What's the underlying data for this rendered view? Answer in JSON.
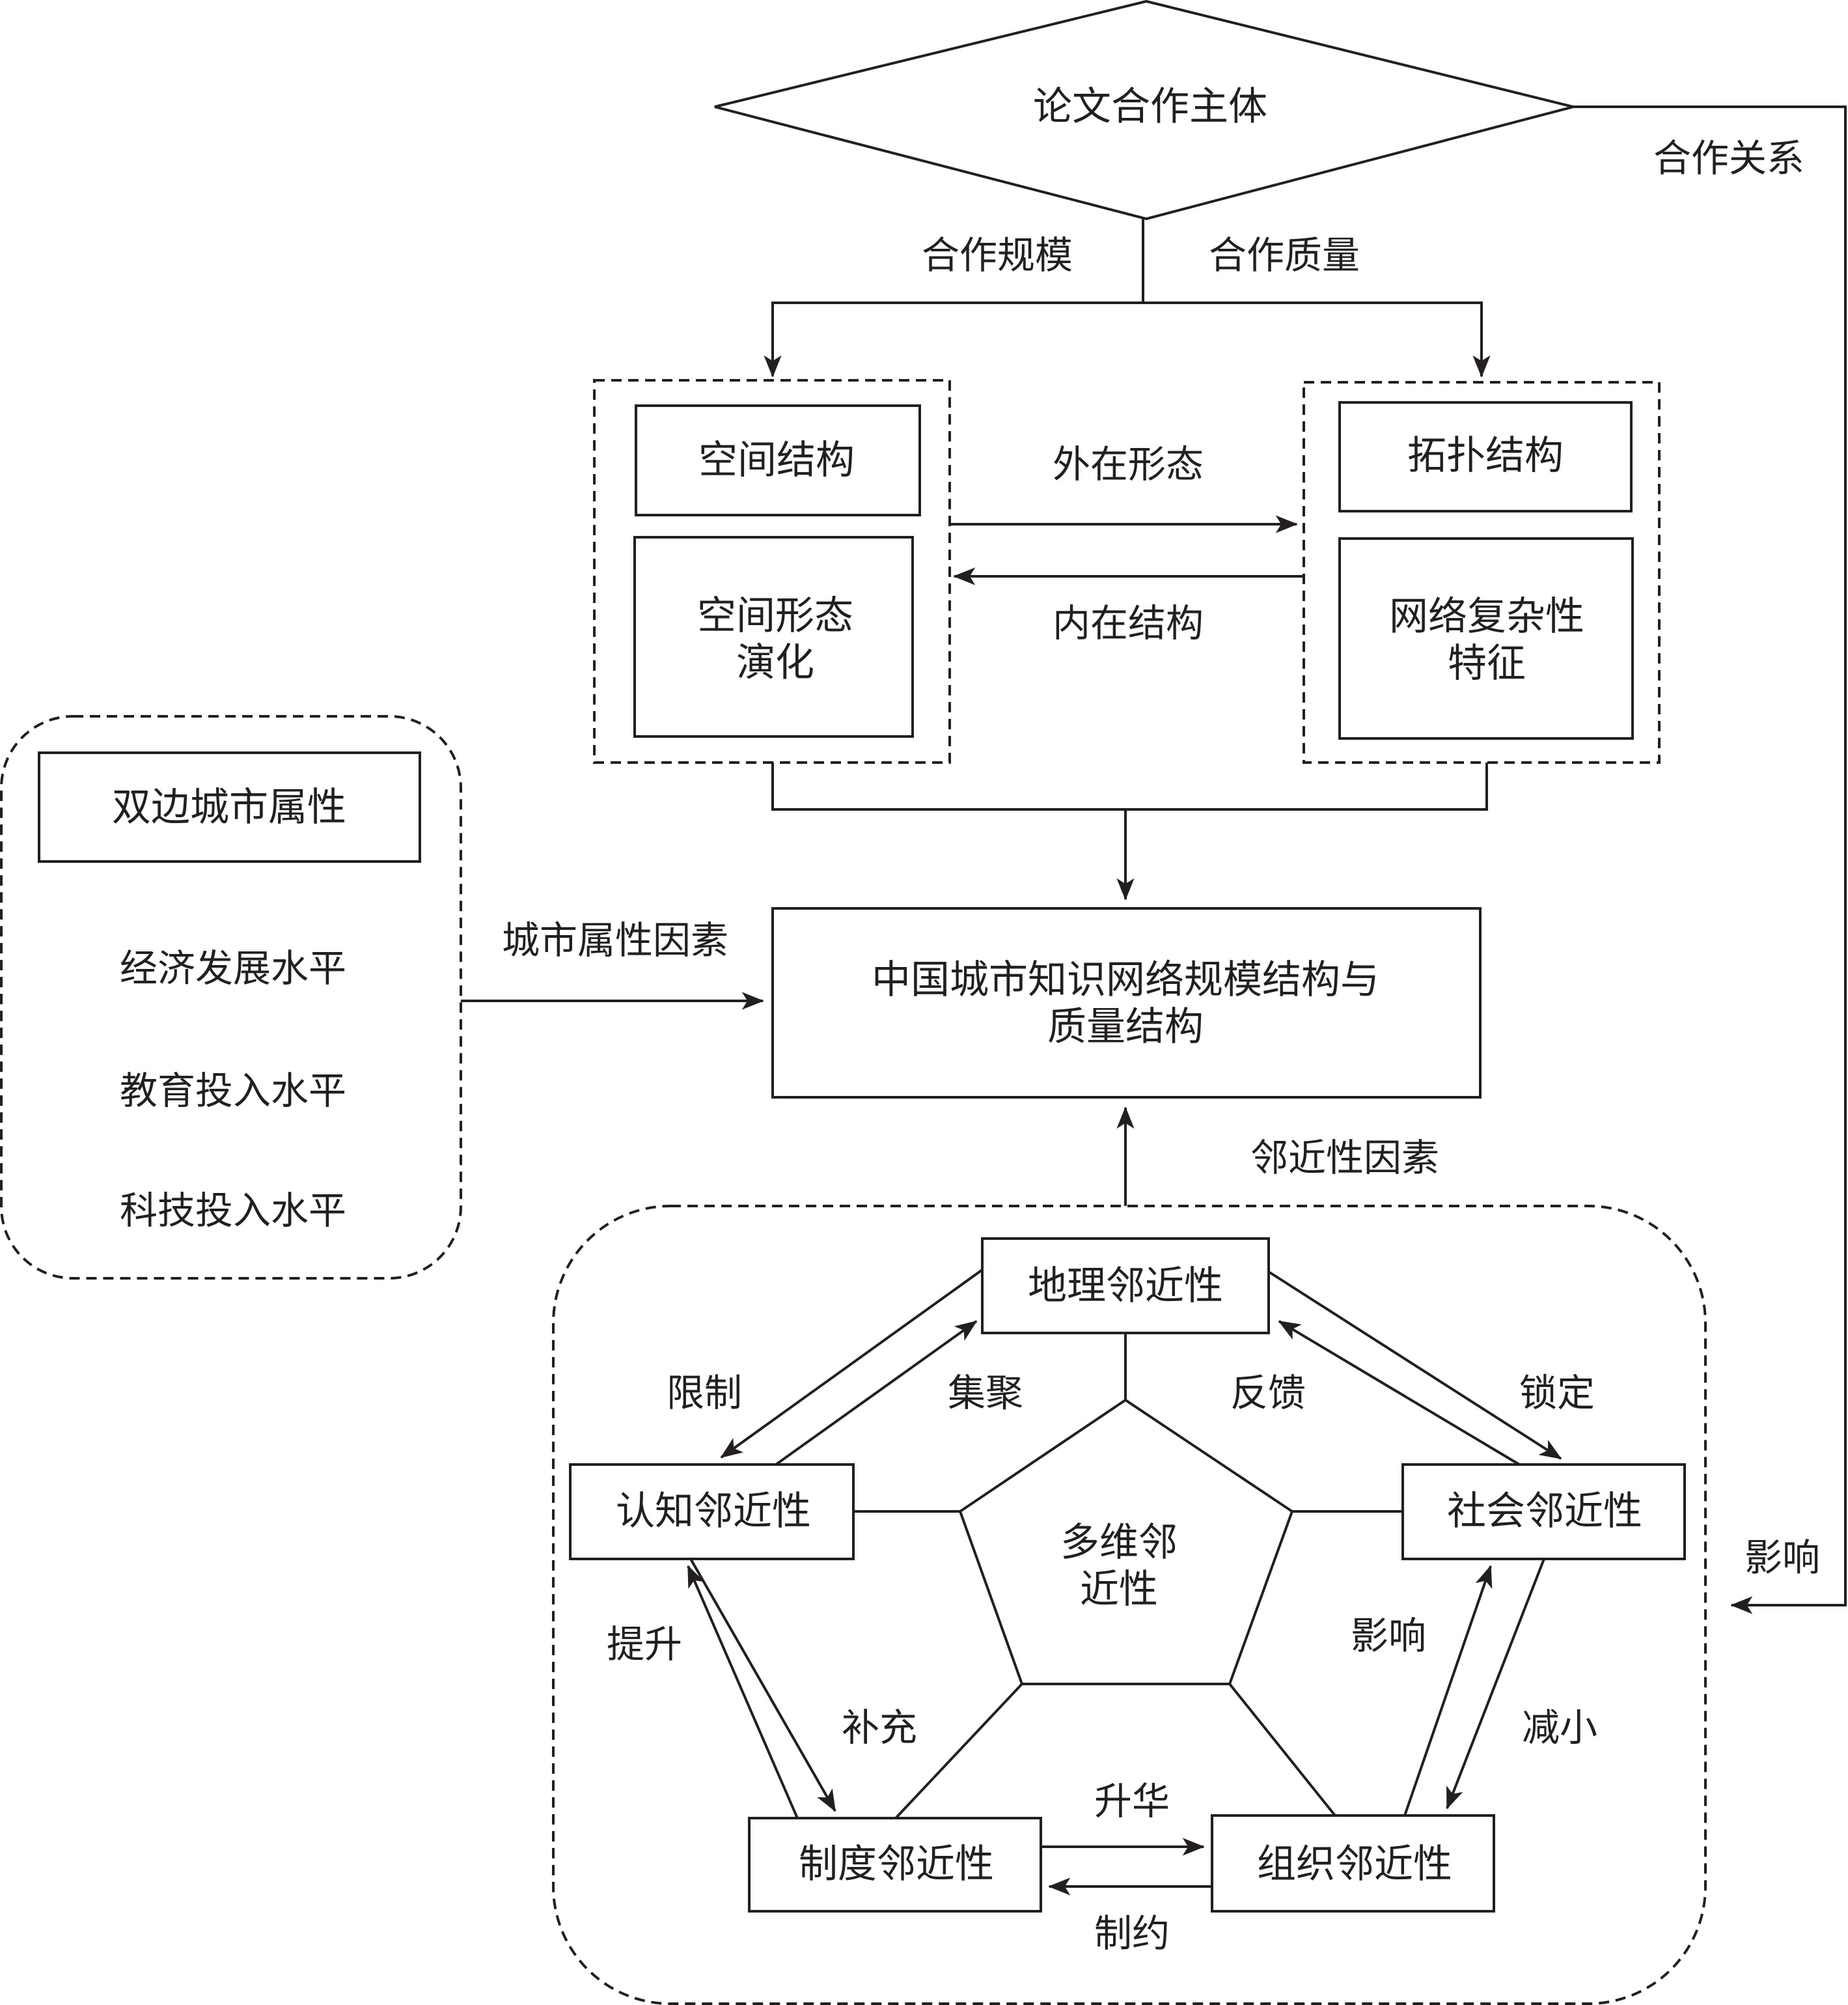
{
  "diagram": {
    "title_entity": "论文合作主体",
    "edge_labels": {
      "collab_scale": "合作规模",
      "collab_quality": "合作质量",
      "collab_relation": "合作关系",
      "influence_right": "影响",
      "external_form": "外在形态",
      "internal_structure": "内在结构",
      "city_attr_factor": "城市属性因素",
      "proximity_factor": "邻近性因素"
    },
    "spatial_group": {
      "spatial_structure": "空间结构",
      "spatial_evolution_line1": "空间形态",
      "spatial_evolution_line2": "演化"
    },
    "network_group": {
      "topology": "拓扑结构",
      "complexity_line1": "网络复杂性",
      "complexity_line2": "特征"
    },
    "center_box": {
      "line1": "中国城市知识网络规模结构与",
      "line2": "质量结构"
    },
    "city_attributes": {
      "header": "双边城市属性",
      "items": [
        "经济发展水平",
        "教育投入水平",
        "科技投入水平"
      ]
    },
    "proximity": {
      "geographic": "地理邻近性",
      "cognitive": "认知邻近性",
      "social": "社会邻近性",
      "institutional": "制度邻近性",
      "organizational": "组织邻近性",
      "center_line1": "多维邻",
      "center_line2": "近性",
      "relations": {
        "limit": "限制",
        "agglomerate": "集聚",
        "feedback": "反馈",
        "lock_in": "锁定",
        "improve": "提升",
        "supplement": "补充",
        "influence": "影响",
        "reduce": "减小",
        "sublimate": "升华",
        "constrain": "制约"
      }
    },
    "colors": {
      "stroke": "#231f20",
      "background": "#ffffff"
    }
  }
}
